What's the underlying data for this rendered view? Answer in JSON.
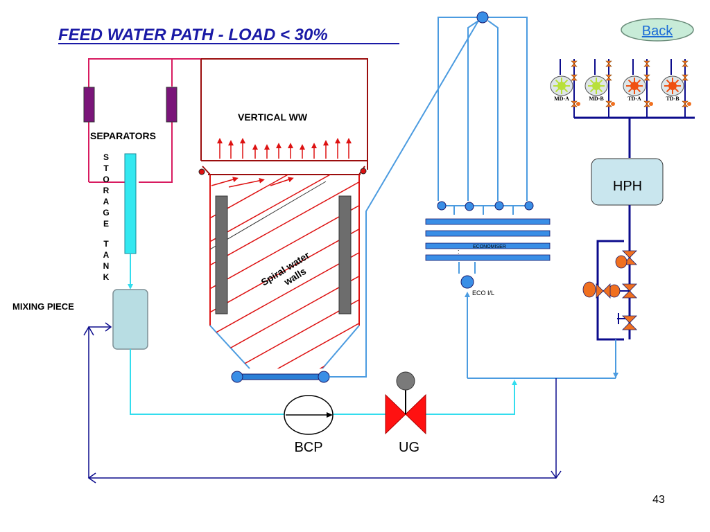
{
  "title": "FEED  WATER  PATH -  LOAD < 30%",
  "back_label": "Back",
  "page_number": "43",
  "labels": {
    "separators": "SEPARATORS",
    "storage_tank_letters": [
      "S",
      "T",
      "O",
      "R",
      "A",
      "G",
      "E",
      "",
      "T",
      "A",
      "N",
      "K"
    ],
    "mixing_piece": "MIXING PIECE",
    "vertical_ww": "VERTICAL  WW",
    "spiral_line1": "Spiral  water",
    "spiral_line2": "walls",
    "economiser": "ECONOMISER",
    "eco_il": "ECO I/L",
    "hph": "HPH",
    "bcp": "BCP",
    "ug": "UG"
  },
  "pumps": [
    "MD-A",
    "MD-B",
    "TD-A",
    "TD-B"
  ],
  "colors": {
    "title": "#1a1aa6",
    "blue_line": "#4b9be0",
    "cyan_line": "#33ddee",
    "pink_line": "#d81b60",
    "dark_red": "#9b0d0d",
    "red": "#dd1111",
    "navy": "#0b0b8c",
    "separator": "#7a1579",
    "economiser_tube": "#3a8ee6",
    "hph_fill": "#c9e6ee",
    "mixing_fill": "#b8dde3",
    "valve_orange": "#f07020",
    "back_fill": "#c8ecd8"
  }
}
